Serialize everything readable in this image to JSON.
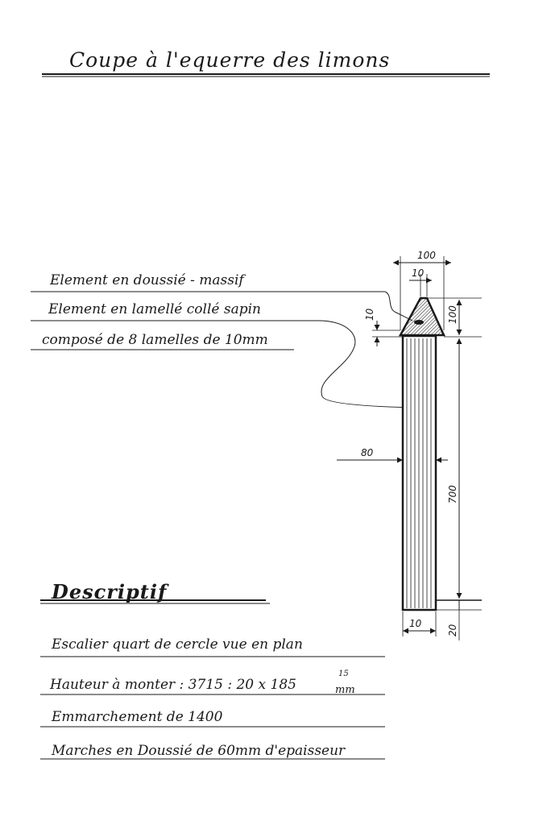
{
  "title": "Coupe à l'equerre des limons",
  "notes": [
    "Element en doussié - massif",
    "Element en lamellé collé sapin",
    "composé de 8 lamelles de 10mm"
  ],
  "dimensions": {
    "top_width": "100",
    "cap_width": "10",
    "cap_height": "10",
    "top_height": "100",
    "body_width": "80",
    "body_height": "700",
    "bottom_offset": "10",
    "bottom_height": "20"
  },
  "descriptif": {
    "title": "Descriptif",
    "lines": [
      "Escalier quart de cercle vue en plan",
      "Hauteur à monter : 3715 : 20 x 185",
      "Emmarchement de 1400",
      "Marches en Doussié de 60mm d'epaisseur"
    ],
    "superscript": "15",
    "unit": "mm"
  },
  "colors": {
    "ink": "#1a1a1a",
    "paper": "#ffffff"
  }
}
